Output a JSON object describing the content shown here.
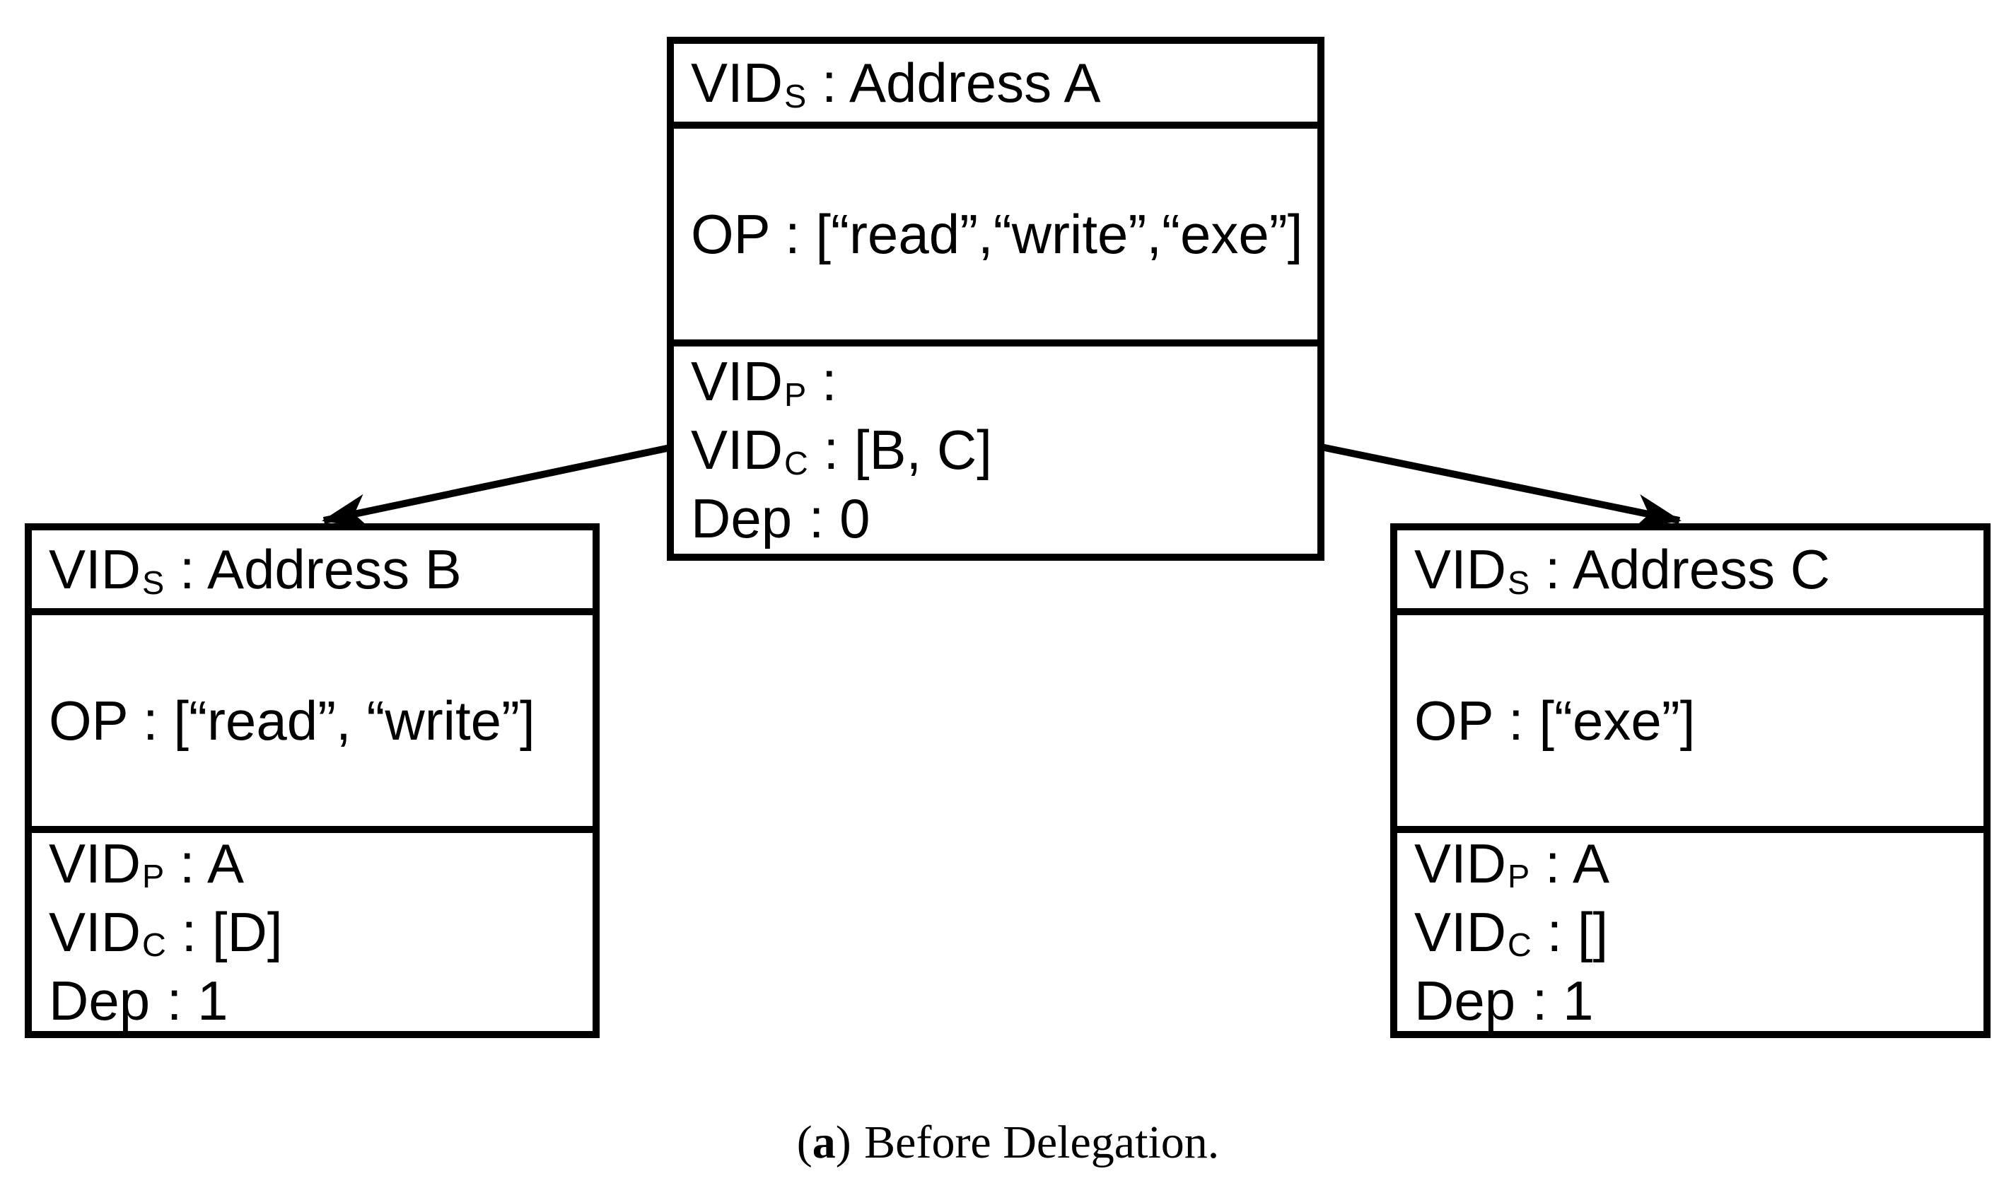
{
  "figure": {
    "caption": {
      "open": "(",
      "label": "a",
      "close": ")",
      "text": "Before Delegation."
    }
  },
  "nodes": [
    {
      "id": "A",
      "header": {
        "base": "VID",
        "sub": "S",
        "sep": " : ",
        "value": "Address A"
      },
      "op": {
        "base": "OP",
        "sep": " : ",
        "value": "[“read”,“write”,“exe”]"
      },
      "fields": [
        {
          "base": "VID",
          "sub": "P",
          "sep": " : ",
          "value": ""
        },
        {
          "base": "VID",
          "sub": "C",
          "sep": " : ",
          "value": "[B, C]"
        },
        {
          "base": "Dep",
          "sub": "",
          "sep": " : ",
          "value": "0"
        }
      ]
    },
    {
      "id": "B",
      "header": {
        "base": "VID",
        "sub": "S",
        "sep": " : ",
        "value": "Address B"
      },
      "op": {
        "base": "OP",
        "sep": " : ",
        "value": "[“read”, “write”]"
      },
      "fields": [
        {
          "base": "VID",
          "sub": "P",
          "sep": " : ",
          "value": "A"
        },
        {
          "base": "VID",
          "sub": "C",
          "sep": " : ",
          "value": "[D]"
        },
        {
          "base": "Dep",
          "sub": "",
          "sep": " : ",
          "value": "1"
        }
      ]
    },
    {
      "id": "C",
      "header": {
        "base": "VID",
        "sub": "S",
        "sep": " : ",
        "value": "Address C"
      },
      "op": {
        "base": "OP",
        "sep": " : ",
        "value": "[“exe”]"
      },
      "fields": [
        {
          "base": "VID",
          "sub": "P",
          "sep": " : ",
          "value": "A"
        },
        {
          "base": "VID",
          "sub": "C",
          "sep": " : ",
          "value": "[]"
        },
        {
          "base": "Dep",
          "sub": "",
          "sep": " : ",
          "value": "1"
        }
      ]
    }
  ],
  "edges": [
    {
      "from": "A",
      "to": "B"
    },
    {
      "from": "A",
      "to": "C"
    }
  ],
  "colors": {
    "ink": "#000000",
    "background": "#ffffff"
  }
}
